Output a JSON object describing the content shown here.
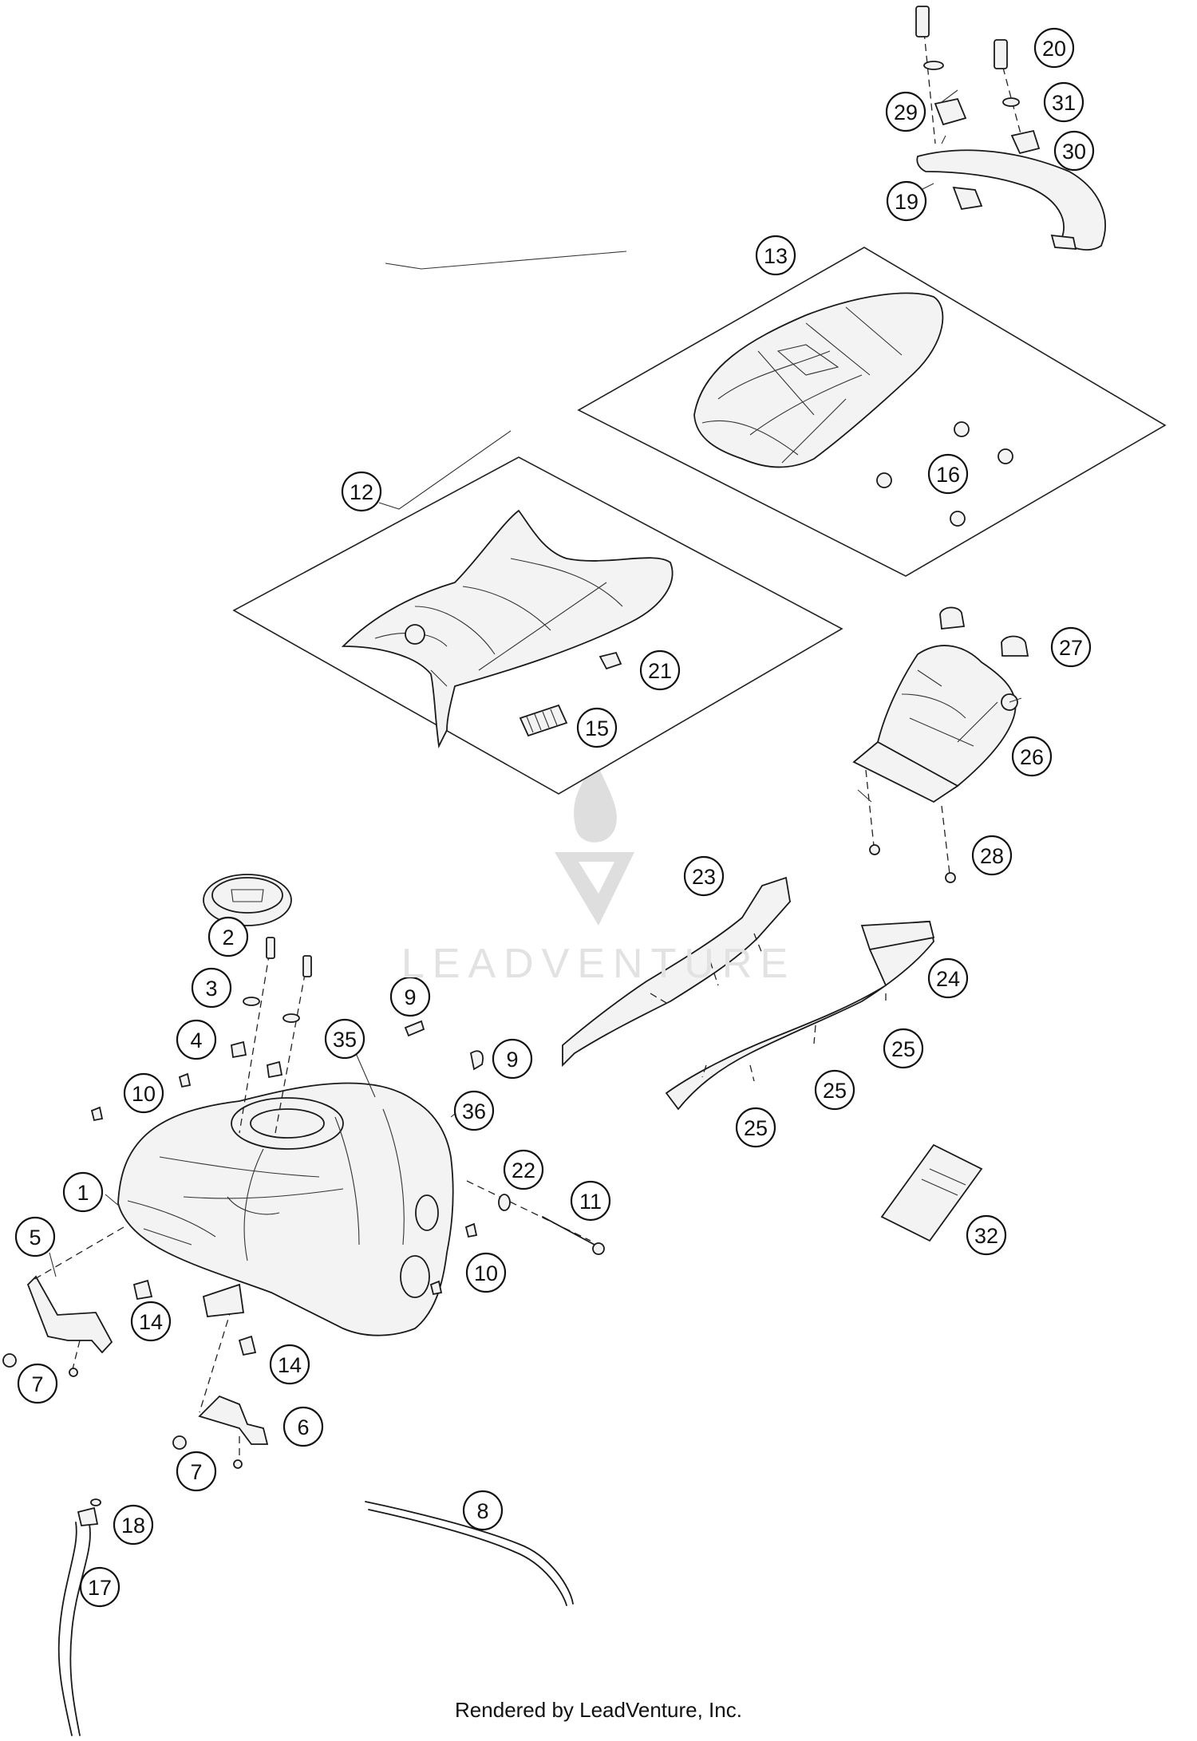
{
  "callouts": [
    "20",
    "31",
    "29",
    "30",
    "19",
    "13",
    "16",
    "12",
    "21",
    "15",
    "27",
    "26",
    "28",
    "23",
    "24",
    "25",
    "25",
    "25",
    "2",
    "3",
    "4",
    "10",
    "35",
    "9",
    "9",
    "36",
    "22",
    "11",
    "1",
    "5",
    "7",
    "14",
    "14",
    "6",
    "7",
    "10",
    "32",
    "8",
    "18",
    "17"
  ],
  "watermark": "LEADVENTURE",
  "footer": "Rendered by LeadVenture, Inc.",
  "icons": [
    "leadventure-logo-icon"
  ]
}
